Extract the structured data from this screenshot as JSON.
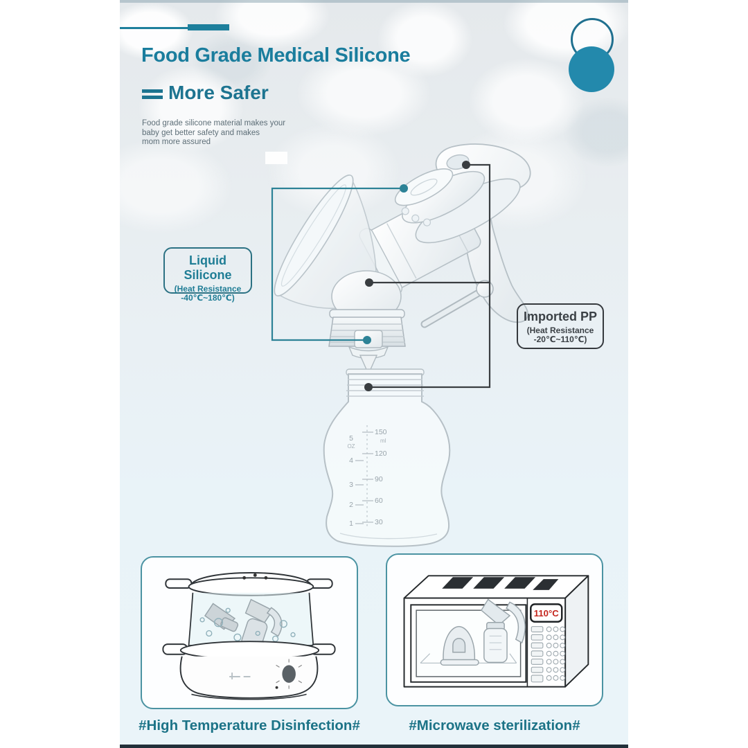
{
  "header": {
    "title": "Food Grade Medical Silicone",
    "subtitle": "More Safer",
    "description_lines": [
      "Food grade silicone material makes your",
      "baby get better safety and makes",
      "mom more assured"
    ]
  },
  "callouts": {
    "liquid_silicone": {
      "title": "Liquid Silicone",
      "line1": "(Heat Resistance",
      "line2": "-40℃~180℃)"
    },
    "imported_pp": {
      "title": "Imported PP",
      "line1": "(Heat Resistance",
      "line2": "-20℃~110℃)"
    }
  },
  "bottle_scale": {
    "ml_unit": "ml",
    "oz_unit": "OZ",
    "ml": [
      "150",
      "120",
      "90",
      "60",
      "30"
    ],
    "oz": [
      "5",
      "4",
      "3",
      "2",
      "1"
    ]
  },
  "panels": {
    "left": {
      "caption": "#High Temperature Disinfection#"
    },
    "right": {
      "caption": "#Microwave sterilization#",
      "display_temp": "110°C"
    }
  },
  "colors": {
    "accent_teal": "#1d7f9c",
    "title_teal": "#1a7d9d",
    "logo_teal": "#2389ac",
    "connector_teal": "#2c8296",
    "connector_dark": "#393d40",
    "display_red": "#c4251d"
  }
}
